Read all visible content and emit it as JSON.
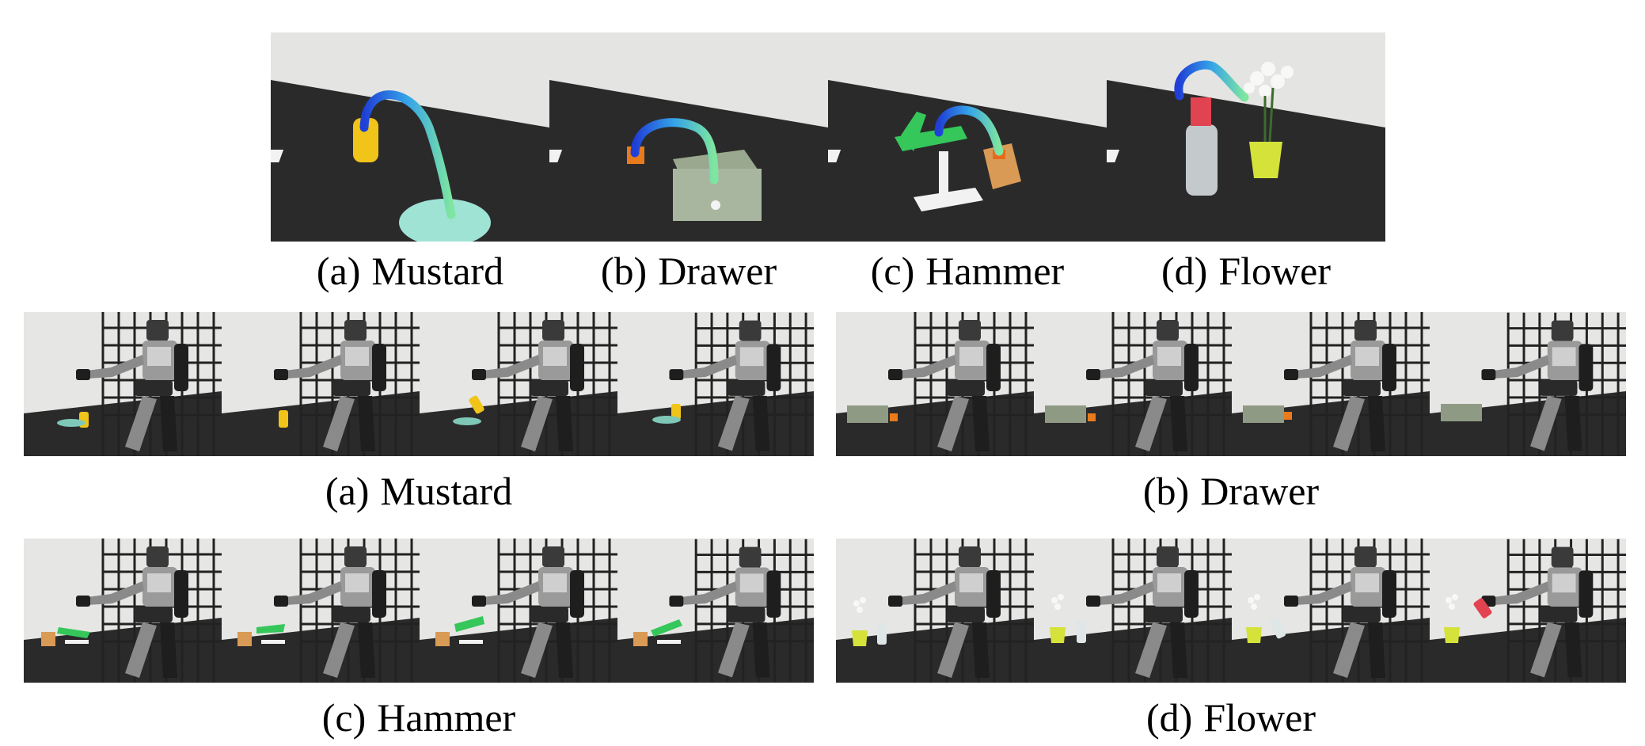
{
  "top_row": {
    "captions": [
      {
        "letter": "(a)",
        "name": "Mustard"
      },
      {
        "letter": "(b)",
        "name": "Drawer"
      },
      {
        "letter": "(c)",
        "name": "Hammer"
      },
      {
        "letter": "(d)",
        "name": "Flower"
      }
    ]
  },
  "middle_row": {
    "captions": [
      {
        "letter": "(a)",
        "name": "Mustard"
      },
      {
        "letter": "(b)",
        "name": "Drawer"
      }
    ]
  },
  "bottom_row": {
    "captions": [
      {
        "letter": "(c)",
        "name": "Hammer"
      },
      {
        "letter": "(d)",
        "name": "Flower"
      }
    ]
  },
  "colors": {
    "wall": "#e4e4e2",
    "table": "#2b2a2b",
    "trajectory_start": "#1f3fd6",
    "trajectory_mid": "#35a4e8",
    "trajectory_end": "#7ee6a0",
    "mustard": "#f0c419",
    "drawer": "#9aa88f",
    "hammer": "#35c75a",
    "block": "#d99a55",
    "pot": "#d4e23a",
    "robot_gray": "#8a8a8a",
    "robot_dark": "#1e1e1e"
  }
}
